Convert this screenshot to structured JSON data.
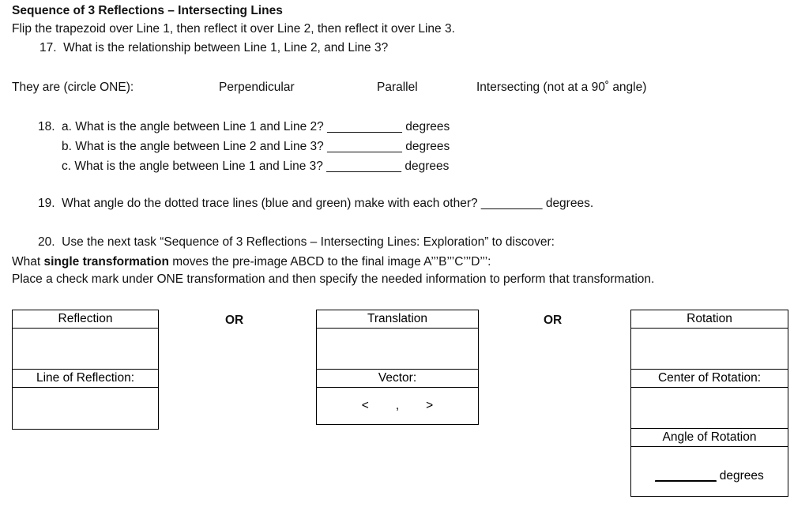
{
  "document": {
    "title": "Sequence of 3 Reflections – Intersecting Lines",
    "instruction": "Flip the trapezoid over Line 1, then reflect it over Line 2, then reflect it over Line 3.",
    "question_17": "17.  What is the relationship between Line 1, Line 2, and Line 3?"
  },
  "circle_one": {
    "label": "They are (circle ONE):",
    "options": [
      "Perpendicular",
      "Parallel",
      "Intersecting (not at a 90˚ angle)"
    ]
  },
  "question_18": {
    "number": "18.",
    "parts": [
      "a. What is the angle between Line 1 and Line 2? ___________ degrees",
      "b. What is the angle between Line 2 and Line 3? ___________ degrees",
      "c. What is the angle between Line 1 and Line 3? ___________ degrees"
    ]
  },
  "question_19": {
    "text": "19.  What angle do the dotted trace lines (blue and green) make with each other? _________ degrees."
  },
  "question_20": {
    "line1": "20.  Use the next task “Sequence of 3 Reflections – Intersecting Lines: Exploration” to discover:",
    "line2_prefix": "What ",
    "line2_bold": "single transformation",
    "line2_suffix": " moves the pre-image ABCD to the final image A’’’B’’’C’’’D’’’:",
    "line3": "Place a check mark under ONE transformation and then specify the needed information to perform that transformation."
  },
  "separators": {
    "or_1": "OR",
    "or_2": "OR"
  },
  "tables": {
    "reflection": {
      "header": "Reflection",
      "check_cell": "",
      "sub_header": "Line of Reflection:",
      "answer_cell": ""
    },
    "translation": {
      "header": "Translation",
      "check_cell": "",
      "sub_header": "Vector:",
      "vector_open": "<",
      "vector_comma": ",",
      "vector_close": ">"
    },
    "rotation": {
      "header": "Rotation",
      "check_cell": "",
      "sub_header_center": "Center of Rotation:",
      "center_cell": "",
      "sub_header_angle": "Angle of Rotation",
      "degrees_blank": "_________",
      "degrees_label": "degrees"
    }
  },
  "colors": {
    "text": "#111111",
    "border": "#000000",
    "background": "#ffffff"
  }
}
